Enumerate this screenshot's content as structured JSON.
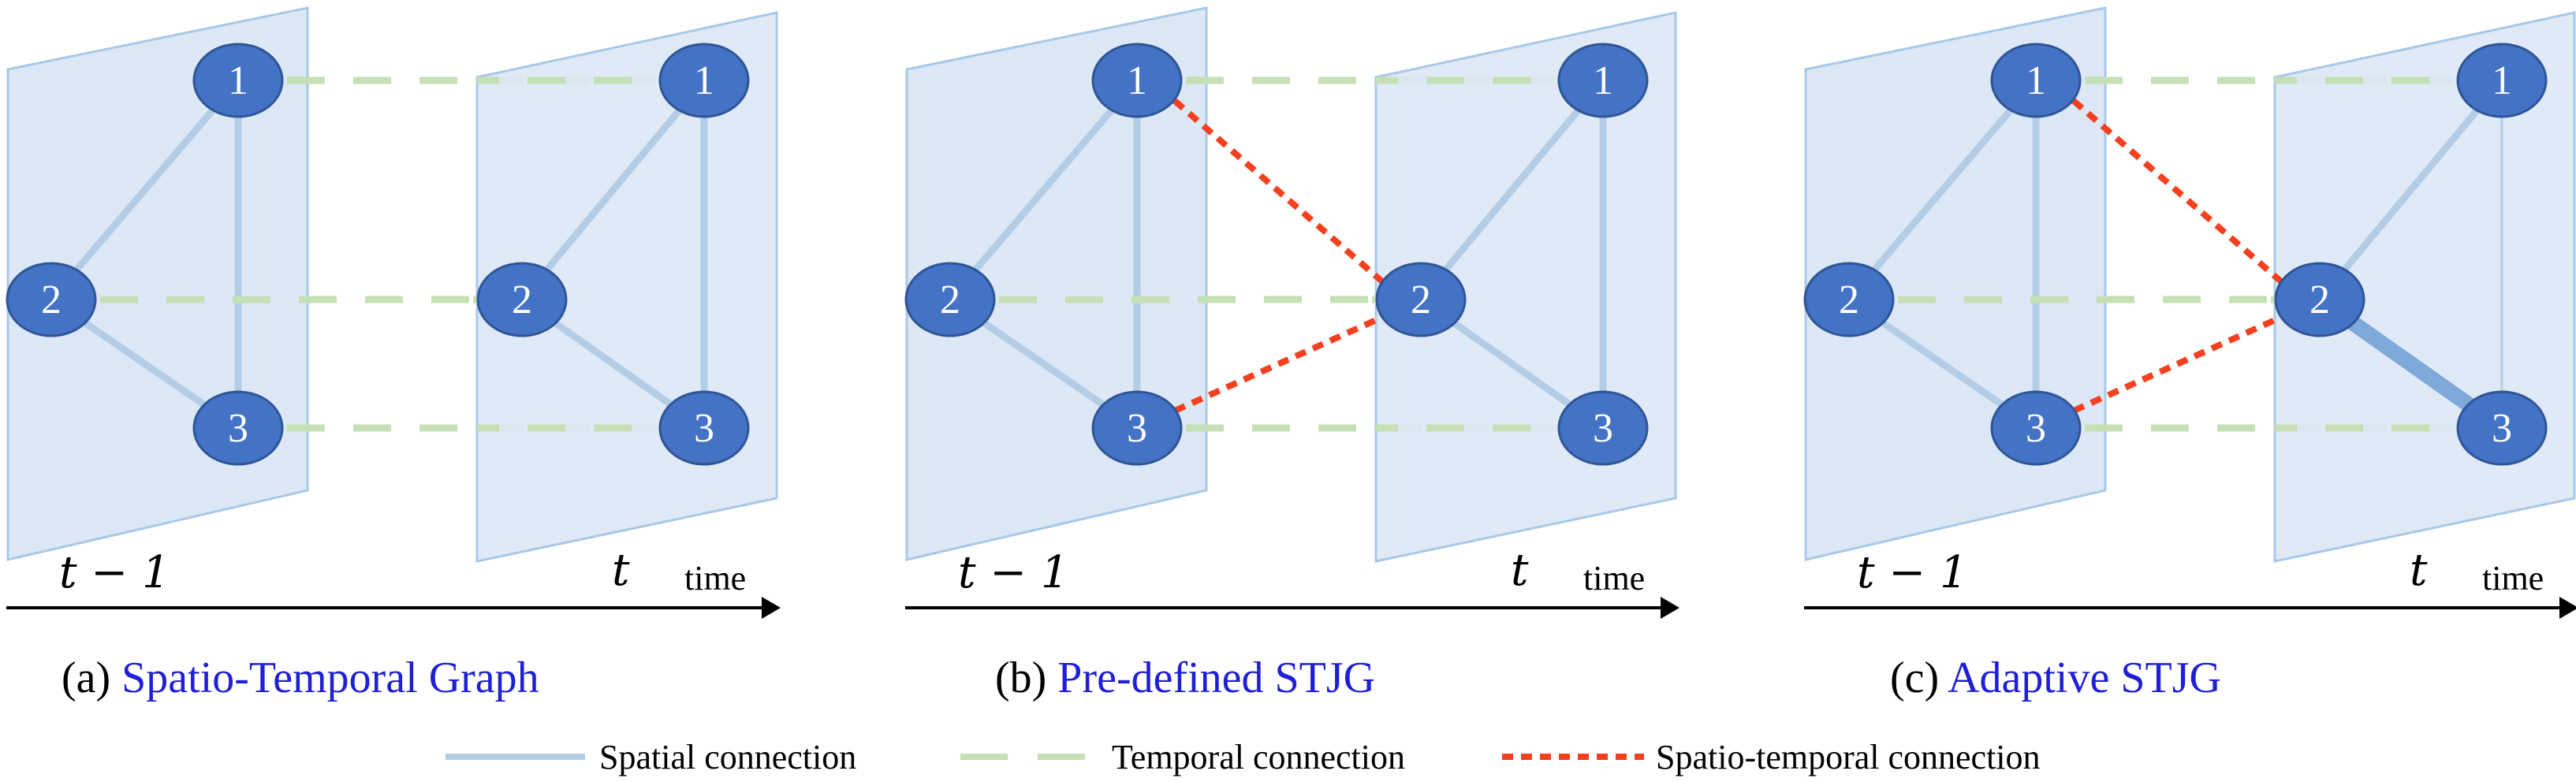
{
  "panels": [
    {
      "id": "a",
      "caption_prefix": "(a)",
      "caption_title": "Spatio-Temporal Graph",
      "frame_left_label": "t − 1",
      "frame_right_label": "t",
      "axis_label": "time",
      "nodes": [
        "1",
        "2",
        "3"
      ],
      "spatial_edges_t_minus_1": [
        [
          "1",
          "2"
        ],
        [
          "1",
          "3"
        ],
        [
          "2",
          "3"
        ]
      ],
      "spatial_edges_t": [
        [
          "1",
          "2"
        ],
        [
          "1",
          "3"
        ],
        [
          "2",
          "3"
        ]
      ],
      "temporal_edges": [
        [
          "1",
          "1"
        ],
        [
          "2",
          "2"
        ],
        [
          "3",
          "3"
        ]
      ],
      "spatio_temporal_edges": []
    },
    {
      "id": "b",
      "caption_prefix": "(b)",
      "caption_title": "Pre-defined STJG",
      "frame_left_label": "t − 1",
      "frame_right_label": "t",
      "axis_label": "time",
      "nodes": [
        "1",
        "2",
        "3"
      ],
      "spatial_edges_t_minus_1": [
        [
          "1",
          "2"
        ],
        [
          "1",
          "3"
        ],
        [
          "2",
          "3"
        ]
      ],
      "spatial_edges_t": [
        [
          "1",
          "2"
        ],
        [
          "1",
          "3"
        ],
        [
          "2",
          "3"
        ]
      ],
      "temporal_edges": [
        [
          "1",
          "1"
        ],
        [
          "2",
          "2"
        ],
        [
          "3",
          "3"
        ]
      ],
      "spatio_temporal_edges": [
        [
          "1",
          "2"
        ],
        [
          "3",
          "2"
        ]
      ]
    },
    {
      "id": "c",
      "caption_prefix": "(c)",
      "caption_title": "Adaptive STJG",
      "frame_left_label": "t − 1",
      "frame_right_label": "t",
      "axis_label": "time",
      "nodes": [
        "1",
        "2",
        "3"
      ],
      "spatial_edges_t_minus_1": [
        [
          "1",
          "2"
        ],
        [
          "1",
          "3"
        ],
        [
          "2",
          "3"
        ]
      ],
      "spatial_edges_t": [
        [
          "1",
          "2"
        ],
        [
          "1",
          "3"
        ],
        [
          "2",
          "3"
        ]
      ],
      "spatial_edge_weights_t": [
        1,
        0.35,
        2.2
      ],
      "temporal_edges": [
        [
          "1",
          "1"
        ],
        [
          "2",
          "2"
        ],
        [
          "3",
          "3"
        ]
      ],
      "spatio_temporal_edges": [
        [
          "1",
          "2"
        ],
        [
          "3",
          "2"
        ]
      ]
    }
  ],
  "legend": {
    "spatial": "Spatial connection",
    "temporal": "Temporal connection",
    "spatio_temporal": "Spatio-temporal connection"
  },
  "colors": {
    "plane_fill": "#dce8f5",
    "plane_stroke": "#a9c8e8",
    "node_fill": "#4472c4",
    "node_stroke": "#2f5597",
    "node_text": "#ffffff",
    "spatial_edge": "#b4cde6",
    "spatial_edge_strong": "#7ea9d8",
    "temporal_edge": "#c5e0b4",
    "spatio_temporal_edge": "#f4401f",
    "caption_title": "#1f1fd6",
    "text": "#000000"
  }
}
